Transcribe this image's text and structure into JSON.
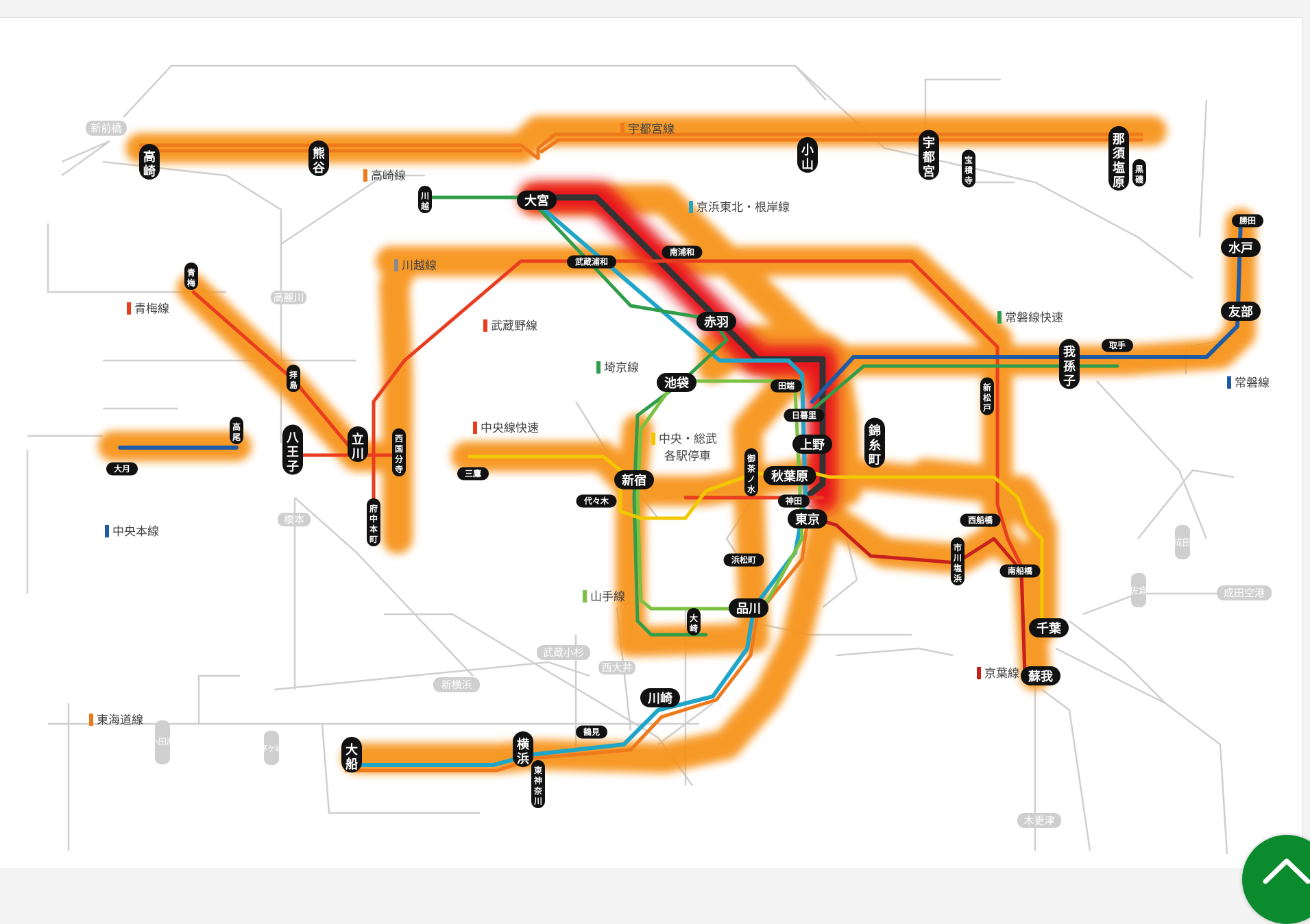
{
  "line_labels": [
    {
      "id": "utsunomiya",
      "text": "宇都宮線",
      "color": "#ee7a1c"
    },
    {
      "id": "takasaki",
      "text": "高崎線",
      "color": "#ee7a1c"
    },
    {
      "id": "keihin",
      "text": "京浜東北・根岸線",
      "color": "#1ea5c8"
    },
    {
      "id": "kawagoe",
      "text": "川越線",
      "color": "#8a8a8a"
    },
    {
      "id": "ome",
      "text": "青梅線",
      "color": "#e83d1e"
    },
    {
      "id": "musashino",
      "text": "武蔵野線",
      "color": "#e83d1e"
    },
    {
      "id": "joban-rapid",
      "text": "常磐線快速",
      "color": "#2f9d4a"
    },
    {
      "id": "saikyo",
      "text": "埼京線",
      "color": "#2f9d4a"
    },
    {
      "id": "joban",
      "text": "常磐線",
      "color": "#1e5ba6"
    },
    {
      "id": "chuo-rapid",
      "text": "中央線快速",
      "color": "#e83d1e"
    },
    {
      "id": "chuo-sobu-local-1",
      "text": "中央・総武",
      "color": "#f2c800"
    },
    {
      "id": "chuo-sobu-local-2",
      "text": "各駅停車",
      "color": ""
    },
    {
      "id": "chuo-main",
      "text": "中央本線",
      "color": "#1e5ba6"
    },
    {
      "id": "yamanote",
      "text": "山手線",
      "color": "#7cc242"
    },
    {
      "id": "keiyo",
      "text": "京葉線",
      "color": "#c8201d"
    },
    {
      "id": "tokaido",
      "text": "東海道線",
      "color": "#ee7a1c"
    }
  ],
  "stations_major": [
    {
      "id": "takasaki",
      "name": "高崎"
    },
    {
      "id": "kumagaya",
      "name": "熊谷"
    },
    {
      "id": "oyama",
      "name": "小山"
    },
    {
      "id": "utsunomiya",
      "name": "宇都宮"
    },
    {
      "id": "nasushiobara",
      "name": "那須塩原"
    },
    {
      "id": "omiya",
      "name": "大宮"
    },
    {
      "id": "akabane",
      "name": "赤羽"
    },
    {
      "id": "ikebukuro",
      "name": "池袋"
    },
    {
      "id": "ueno",
      "name": "上野"
    },
    {
      "id": "akihabara",
      "name": "秋葉原"
    },
    {
      "id": "shinjuku",
      "name": "新宿"
    },
    {
      "id": "tokyo",
      "name": "東京"
    },
    {
      "id": "shinagawa",
      "name": "品川"
    },
    {
      "id": "kawasaki",
      "name": "川崎"
    },
    {
      "id": "yokohama",
      "name": "横浜"
    },
    {
      "id": "ofuna",
      "name": "大船"
    },
    {
      "id": "hachioji",
      "name": "八王子"
    },
    {
      "id": "tachikawa",
      "name": "立川"
    },
    {
      "id": "mito",
      "name": "水戸"
    },
    {
      "id": "tomobe",
      "name": "友部"
    },
    {
      "id": "abiko",
      "name": "我孫子"
    },
    {
      "id": "kinshicho",
      "name": "錦糸町"
    },
    {
      "id": "chiba",
      "name": "千葉"
    },
    {
      "id": "soga",
      "name": "蘇我"
    }
  ],
  "stations_minor": [
    {
      "id": "kawagoe",
      "name": "川越"
    },
    {
      "id": "musashiurawa",
      "name": "武蔵浦和"
    },
    {
      "id": "minamiurawa",
      "name": "南浦和"
    },
    {
      "id": "tabata",
      "name": "田端"
    },
    {
      "id": "nippori",
      "name": "日暮里"
    },
    {
      "id": "ochanomizu",
      "name": "御茶ノ水"
    },
    {
      "id": "kanda",
      "name": "神田"
    },
    {
      "id": "yoyogi",
      "name": "代々木"
    },
    {
      "id": "hamamatsucho",
      "name": "浜松町"
    },
    {
      "id": "osaki",
      "name": "大崎"
    },
    {
      "id": "tsurumi",
      "name": "鶴見"
    },
    {
      "id": "higashikanagawa",
      "name": "東神奈川"
    },
    {
      "id": "ome",
      "name": "青梅"
    },
    {
      "id": "haijima",
      "name": "拝島"
    },
    {
      "id": "nishikokubunji",
      "name": "西国分寺"
    },
    {
      "id": "fuchuhonmachi",
      "name": "府中本町"
    },
    {
      "id": "nishifunabashi",
      "name": "西船橋"
    },
    {
      "id": "ichikawashiohama",
      "name": "市川塩浜"
    },
    {
      "id": "minamifunabashi",
      "name": "南船橋"
    },
    {
      "id": "shinmatsudo",
      "name": "新松戸"
    },
    {
      "id": "toride",
      "name": "取手"
    },
    {
      "id": "katsuta",
      "name": "勝田"
    },
    {
      "id": "otsuki",
      "name": "大月"
    },
    {
      "id": "takao",
      "name": "高尾"
    },
    {
      "id": "mitaka",
      "name": "三鷹"
    },
    {
      "id": "kurohiso",
      "name": "黒磯"
    },
    {
      "id": "hoshakuji",
      "name": "宝積寺"
    }
  ],
  "stations_other": [
    {
      "id": "shinmaebashi",
      "name": "新前橋"
    },
    {
      "id": "komagawa",
      "name": "高麗川"
    },
    {
      "id": "hashimoto",
      "name": "橋本"
    },
    {
      "id": "musashikosugi",
      "name": "武蔵小杉"
    },
    {
      "id": "nishioi",
      "name": "西大井"
    },
    {
      "id": "shinyokohama",
      "name": "新横浜"
    },
    {
      "id": "narita",
      "name": "成田"
    },
    {
      "id": "narita-airport",
      "name": "成田空港"
    },
    {
      "id": "sakura",
      "name": "佐倉"
    },
    {
      "id": "kisarazu",
      "name": "木更津"
    },
    {
      "id": "odawara",
      "name": "小田原"
    },
    {
      "id": "chigasaki",
      "name": "茅ケ崎"
    }
  ],
  "icons": {
    "scroll_top": "chevron-up-icon"
  },
  "colors": {
    "tokaido": "#ee7a1c",
    "keihin": "#1ea5c8",
    "yamanote": "#7cc242",
    "saikyo": "#2f9d4a",
    "chuo-rapid": "#e83d1e",
    "chuo-local": "#f2c800",
    "keiyo": "#c8201d",
    "joban": "#1e5ba6",
    "ueno-tokyo": "#333333",
    "glow": "#f7941d",
    "alert": "#e8141a"
  }
}
